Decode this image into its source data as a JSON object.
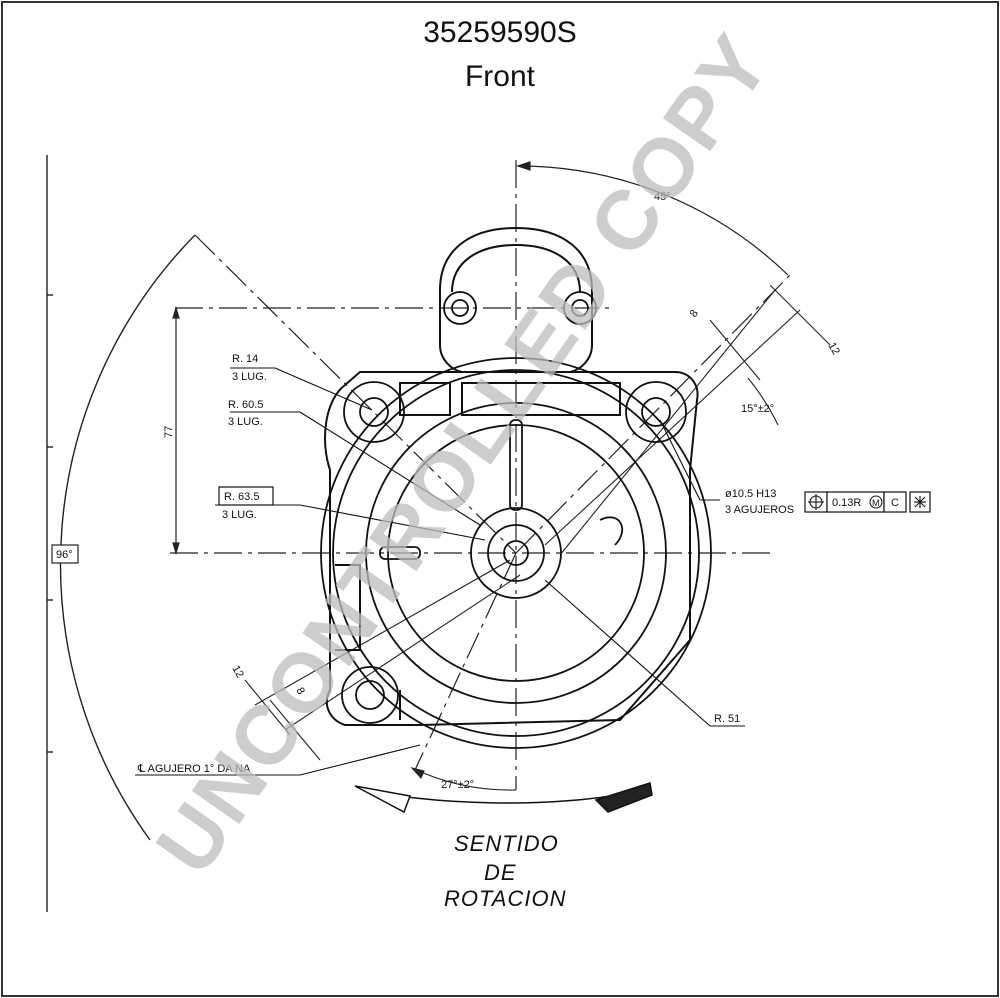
{
  "header": {
    "part_number": "35259590S",
    "view": "Front"
  },
  "dimensions": {
    "overall_angle": "96°",
    "height": "77",
    "angle_top": "45°",
    "dim_8_top": "8",
    "dim_12_top": "12",
    "angle_15": "15°±2°",
    "dim_12_bottom": "12",
    "dim_8_bottom": "8",
    "angle_27": "27°±2°"
  },
  "callouts": {
    "r14": "R. 14",
    "r14_sub": "3 LUG.",
    "r605": "R. 60.5",
    "r605_sub": "3 LUG.",
    "r635": "R. 63.5",
    "r635_sub": "3 LUG.",
    "hole": "ø10.5 H13",
    "hole_sub": "3 AGUJEROS",
    "tolerance": "0.13R",
    "tol_mod": "M",
    "tol_datum": "C",
    "r51": "R. 51",
    "agujero": "℄ AGUJERO 1° DA NA"
  },
  "rotation": {
    "line1": "SENTIDO",
    "line2": "DE",
    "line3": "ROTACION"
  },
  "watermark": "UNCONTROLLED COPY"
}
